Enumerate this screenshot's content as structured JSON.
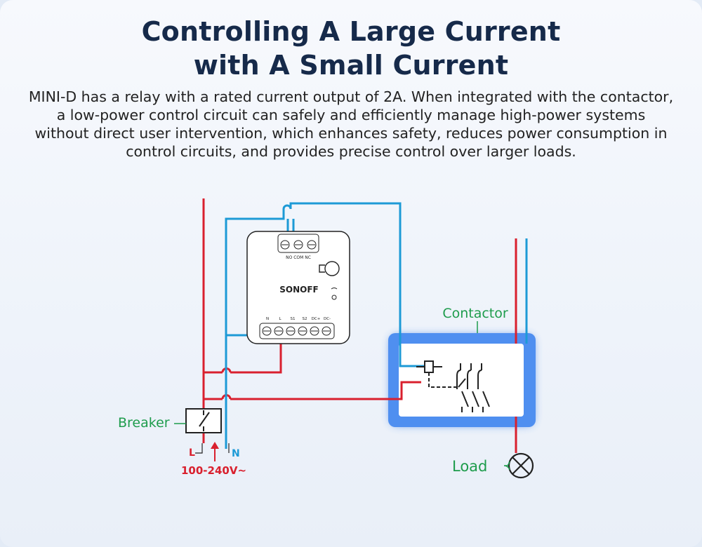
{
  "title_line1": "Controlling A Large Current",
  "title_line2": "with A Small Current",
  "description": "MINI-D has a relay with a rated current output of 2A. When integrated with the contactor, a low-power control circuit can safely and efficiently manage high-power systems without direct user intervention, which enhances safety, reduces power consumption in control circuits, and provides precise control over larger loads.",
  "device": {
    "brand": "SONOFF",
    "top_terminals": "NO  COM  NC",
    "bottom_terminals": [
      "N",
      "L",
      "S1",
      "S2",
      "DC+",
      "DC-"
    ]
  },
  "labels": {
    "contactor": "Contactor",
    "breaker": "Breaker",
    "load": "Load",
    "live": "L",
    "neutral": "N",
    "voltage": "100-240V~"
  },
  "colors": {
    "live": "#d9202e",
    "neutral": "#1d9ad6",
    "label_green": "#1e9c4c",
    "title": "#162a4a"
  }
}
